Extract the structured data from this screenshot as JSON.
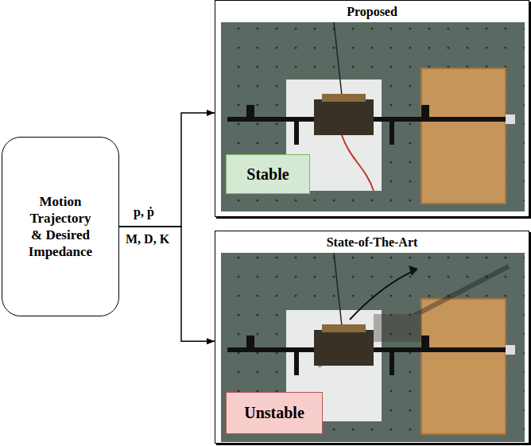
{
  "diagram": {
    "nodes": [
      {
        "text": [
          "Motion Trajectory & Desired Impedance"
        ]
      },
      {
        "text": [
          "Proposed"
        ]
      },
      {
        "text": [
          "Stable"
        ],
        "in": 1
      },
      {
        "text": [
          "State-of-The-Art"
        ]
      },
      {
        "text": [
          "Unstable"
        ],
        "in": 3
      }
    ],
    "edges": [
      {
        "from": 0,
        "to": 1,
        "arrow": "to"
      },
      {
        "from": 0,
        "to": 3,
        "arrow": "to"
      }
    ],
    "labels": [
      "p, ṗ",
      "M, D, K"
    ]
  }
}
